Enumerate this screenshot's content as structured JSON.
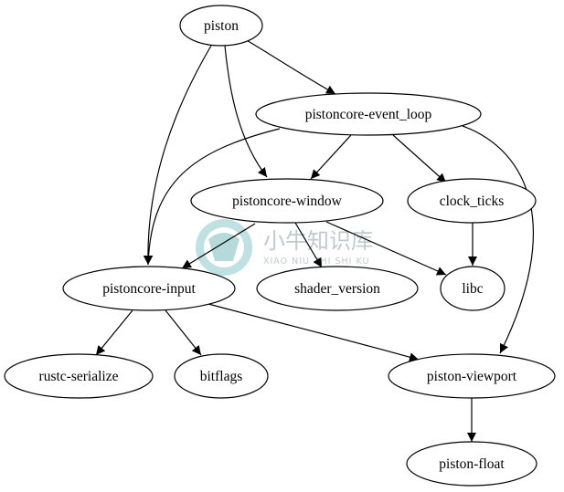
{
  "nodes": [
    {
      "id": "piston",
      "label": "piston"
    },
    {
      "id": "event_loop",
      "label": "pistoncore-event_loop"
    },
    {
      "id": "window",
      "label": "pistoncore-window"
    },
    {
      "id": "clock_ticks",
      "label": "clock_ticks"
    },
    {
      "id": "input",
      "label": "pistoncore-input"
    },
    {
      "id": "shader_version",
      "label": "shader_version"
    },
    {
      "id": "libc",
      "label": "libc"
    },
    {
      "id": "rustc_serialize",
      "label": "rustc-serialize"
    },
    {
      "id": "bitflags",
      "label": "bitflags"
    },
    {
      "id": "viewport",
      "label": "piston-viewport"
    },
    {
      "id": "float",
      "label": "piston-float"
    }
  ],
  "edges": [
    {
      "from": "piston",
      "to": "event_loop"
    },
    {
      "from": "piston",
      "to": "window"
    },
    {
      "from": "piston",
      "to": "input"
    },
    {
      "from": "event_loop",
      "to": "window"
    },
    {
      "from": "event_loop",
      "to": "clock_ticks"
    },
    {
      "from": "event_loop",
      "to": "input"
    },
    {
      "from": "event_loop",
      "to": "viewport"
    },
    {
      "from": "window",
      "to": "input"
    },
    {
      "from": "window",
      "to": "shader_version"
    },
    {
      "from": "window",
      "to": "libc"
    },
    {
      "from": "clock_ticks",
      "to": "libc"
    },
    {
      "from": "input",
      "to": "rustc_serialize"
    },
    {
      "from": "input",
      "to": "bitflags"
    },
    {
      "from": "input",
      "to": "viewport"
    },
    {
      "from": "viewport",
      "to": "float"
    }
  ],
  "watermark": {
    "title": "小牛知识库",
    "subtitle": "XIAO NIU ZHI SHI KU"
  }
}
